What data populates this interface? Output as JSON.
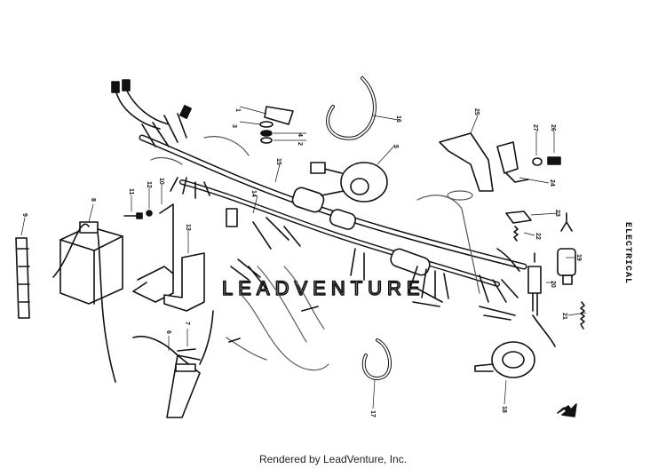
{
  "section_title": "ELECTRICAL",
  "footer_text": "Rendered by LeadVenture, Inc.",
  "watermark": "LEADVENTURE",
  "callouts": [
    "1",
    "2",
    "3",
    "4",
    "5",
    "6",
    "7",
    "8",
    "9",
    "10",
    "11",
    "12",
    "13",
    "14",
    "15",
    "16",
    "17",
    "18",
    "19",
    "20",
    "21",
    "22",
    "23",
    "24",
    "25",
    "26",
    "27"
  ]
}
